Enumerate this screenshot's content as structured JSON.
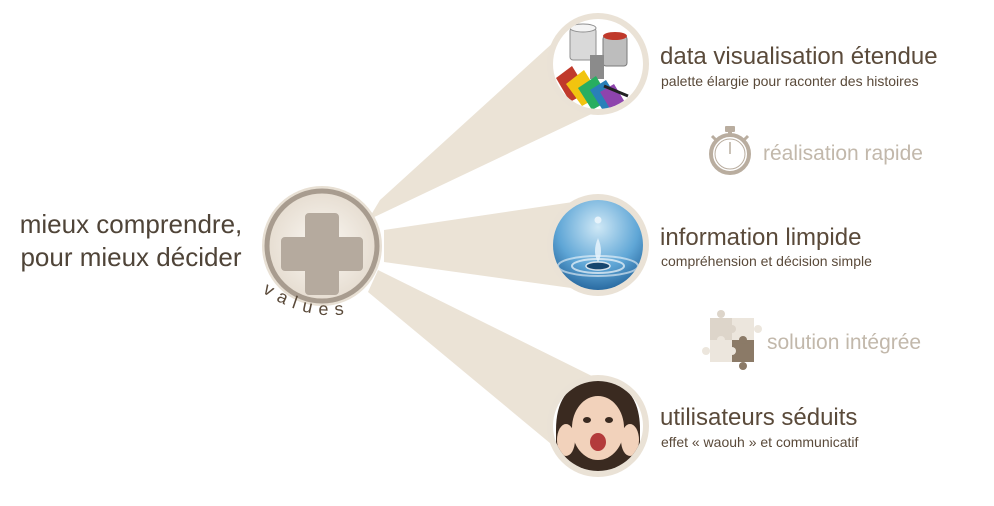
{
  "tagline": {
    "line1": "mieux comprendre,",
    "line2": "pour mieux décider"
  },
  "hub": {
    "label": "values",
    "icon": "plus-cross-icon"
  },
  "items": [
    {
      "title": "data visualisation étendue",
      "subtitle": "palette élargie pour raconter des histoires",
      "image": "paint-cans-palette-image"
    },
    {
      "title": "information limpide",
      "subtitle": "compréhension et décision simple",
      "image": "water-drop-image"
    },
    {
      "title": "utilisateurs séduits",
      "subtitle": "effet « waouh » et communicatif",
      "image": "excited-woman-image"
    }
  ],
  "minor_items": [
    {
      "label": "réalisation rapide",
      "icon": "stopwatch-icon"
    },
    {
      "label": "solution intégrée",
      "icon": "puzzle-icon"
    }
  ],
  "colors": {
    "beam": "#ebe3d6",
    "text": "#5a4a3a",
    "muted": "#c2b8ab",
    "hub": "#b5aa9e"
  }
}
